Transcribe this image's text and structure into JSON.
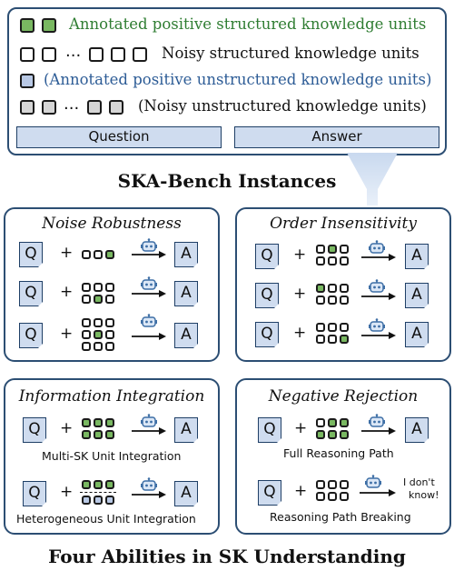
{
  "legend": {
    "annotated_structured": "Annotated positive structured knowledge units",
    "noisy_structured": "Noisy structured knowledge units",
    "annotated_unstructured": "(Annotated positive unstructured knowledge units)",
    "noisy_unstructured": "(Noisy unstructured knowledge units)",
    "ellipsis": "...",
    "question": "Question",
    "answer": "Answer"
  },
  "instances_title": "SKA-Bench Instances",
  "panels": {
    "noise_robustness": {
      "title": "Noise Robustness"
    },
    "order_insensitivity": {
      "title": "Order Insensitivity"
    },
    "information_integration": {
      "title": "Information Integration",
      "caption_1": "Multi-SK Unit Integration",
      "caption_2": "Heterogeneous Unit Integration"
    },
    "negative_rejection": {
      "title": "Negative Rejection",
      "caption_1": "Full Reasoning Path",
      "caption_2": "Reasoning Path Breaking",
      "idk_line1": "I don't",
      "idk_line2": "know!"
    }
  },
  "symbols": {
    "q": "Q",
    "a": "A",
    "plus": "+"
  },
  "bottom_title": "Four Abilities in SK Understanding",
  "colors": {
    "panel_border": "#2c4e73",
    "green": "#79b861",
    "blue_fill": "#cfdcef",
    "gray": "#d6d6d6"
  }
}
